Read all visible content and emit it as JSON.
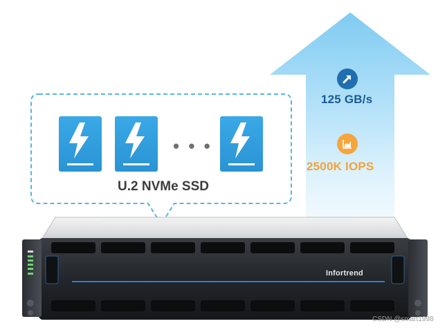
{
  "metrics": {
    "bandwidth": {
      "value": "125 GB/s",
      "icon": "arrow-up-right-icon",
      "color": "#1b5a93"
    },
    "iops": {
      "value": "2500K IOPS",
      "icon": "growth-chart-icon",
      "color": "#f4a23a"
    }
  },
  "callout": {
    "label": "U.2 NVMe SSD",
    "ellipsis": "• • •",
    "drive_icon": "lightning-bolt-icon",
    "drive_color": "#2a93d4"
  },
  "server": {
    "brand": "Infortrend"
  },
  "watermark": "CSDN @smart1998",
  "colors": {
    "arrow": "#9fd8f5",
    "bubble_border": "#5ab4e0"
  }
}
